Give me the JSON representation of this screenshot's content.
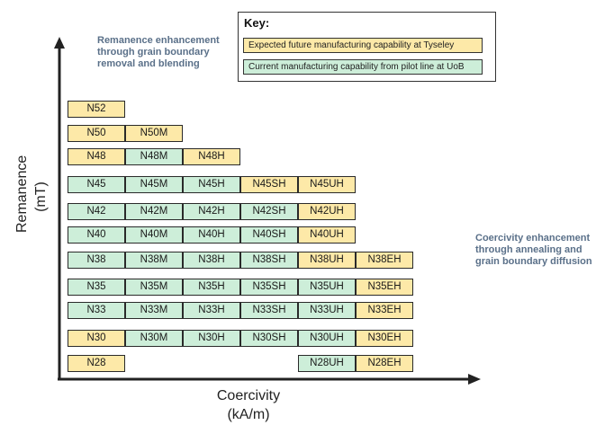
{
  "axes": {
    "y_label_line1": "Remanence",
    "y_label_line2": "(mT)",
    "x_label_line1": "Coercivity",
    "x_label_line2": "(kA/m)"
  },
  "annotations": {
    "remanence_note": "Remanence enhancement through grain boundary removal and blending",
    "coercivity_note": "Coercivity enhancement through annealing and grain boundary diffusion"
  },
  "key": {
    "title": "Key:",
    "items": [
      {
        "label": "Expected future manufacturing capability at Tyseley",
        "color": "#fde9a8"
      },
      {
        "label": "Current manufacturing capability from pilot line at UoB",
        "color": "#cdeed9"
      }
    ]
  },
  "colors": {
    "future": "#fde9a8",
    "current": "#cdeed9",
    "axis": "#222222",
    "note": "#5a7089"
  },
  "rows": [
    {
      "cells": [
        {
          "label": "N52",
          "status": "future",
          "col": 0
        }
      ]
    },
    {
      "cells": [
        {
          "label": "N50",
          "status": "future",
          "col": 0
        },
        {
          "label": "N50M",
          "status": "future",
          "col": 1
        }
      ]
    },
    {
      "cells": [
        {
          "label": "N48",
          "status": "future",
          "col": 0
        },
        {
          "label": "N48M",
          "status": "current",
          "col": 1
        },
        {
          "label": "N48H",
          "status": "future",
          "col": 2
        }
      ]
    },
    {
      "cells": [
        {
          "label": "N45",
          "status": "current",
          "col": 0
        },
        {
          "label": "N45M",
          "status": "current",
          "col": 1
        },
        {
          "label": "N45H",
          "status": "current",
          "col": 2
        },
        {
          "label": "N45SH",
          "status": "future",
          "col": 3
        },
        {
          "label": "N45UH",
          "status": "future",
          "col": 4
        }
      ]
    },
    {
      "cells": [
        {
          "label": "N42",
          "status": "current",
          "col": 0
        },
        {
          "label": "N42M",
          "status": "current",
          "col": 1
        },
        {
          "label": "N42H",
          "status": "current",
          "col": 2
        },
        {
          "label": "N42SH",
          "status": "current",
          "col": 3
        },
        {
          "label": "N42UH",
          "status": "future",
          "col": 4
        }
      ]
    },
    {
      "cells": [
        {
          "label": "N40",
          "status": "current",
          "col": 0
        },
        {
          "label": "N40M",
          "status": "current",
          "col": 1
        },
        {
          "label": "N40H",
          "status": "current",
          "col": 2
        },
        {
          "label": "N40SH",
          "status": "current",
          "col": 3
        },
        {
          "label": "N40UH",
          "status": "future",
          "col": 4
        }
      ]
    },
    {
      "cells": [
        {
          "label": "N38",
          "status": "current",
          "col": 0
        },
        {
          "label": "N38M",
          "status": "current",
          "col": 1
        },
        {
          "label": "N38H",
          "status": "current",
          "col": 2
        },
        {
          "label": "N38SH",
          "status": "current",
          "col": 3
        },
        {
          "label": "N38UH",
          "status": "future",
          "col": 4
        },
        {
          "label": "N38EH",
          "status": "future",
          "col": 5
        }
      ]
    },
    {
      "cells": [
        {
          "label": "N35",
          "status": "current",
          "col": 0
        },
        {
          "label": "N35M",
          "status": "current",
          "col": 1
        },
        {
          "label": "N35H",
          "status": "current",
          "col": 2
        },
        {
          "label": "N35SH",
          "status": "current",
          "col": 3
        },
        {
          "label": "N35UH",
          "status": "current",
          "col": 4
        },
        {
          "label": "N35EH",
          "status": "future",
          "col": 5
        }
      ]
    },
    {
      "cells": [
        {
          "label": "N33",
          "status": "current",
          "col": 0
        },
        {
          "label": "N33M",
          "status": "current",
          "col": 1
        },
        {
          "label": "N33H",
          "status": "current",
          "col": 2
        },
        {
          "label": "N33SH",
          "status": "current",
          "col": 3
        },
        {
          "label": "N33UH",
          "status": "current",
          "col": 4
        },
        {
          "label": "N33EH",
          "status": "future",
          "col": 5
        }
      ]
    },
    {
      "cells": [
        {
          "label": "N30",
          "status": "future",
          "col": 0
        },
        {
          "label": "N30M",
          "status": "current",
          "col": 1
        },
        {
          "label": "N30H",
          "status": "current",
          "col": 2
        },
        {
          "label": "N30SH",
          "status": "current",
          "col": 3
        },
        {
          "label": "N30UH",
          "status": "current",
          "col": 4
        },
        {
          "label": "N30EH",
          "status": "future",
          "col": 5
        }
      ]
    },
    {
      "cells": [
        {
          "label": "N28",
          "status": "future",
          "col": 0
        },
        {
          "label": "N28UH",
          "status": "current",
          "col": 4
        },
        {
          "label": "N28EH",
          "status": "future",
          "col": 5
        }
      ]
    }
  ]
}
